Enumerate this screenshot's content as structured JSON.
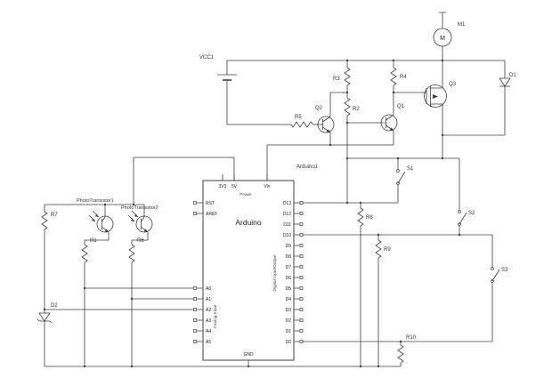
{
  "window": {
    "background": "#ffffff"
  },
  "schematic": {
    "colors": {
      "wire": "#3f3f3f",
      "label": "#333333",
      "board_fill": "#ffffff"
    },
    "arduino": {
      "ref": "Arduino1",
      "title": "Arduino",
      "ground_pin": "GND",
      "sections": {
        "power": "Power",
        "analog": "Analog Input",
        "digital": "Digital Input/Output"
      },
      "power_pins": [
        "3V3",
        "5V",
        "Vin"
      ],
      "top_left_pins": [
        "RST",
        "AREF"
      ],
      "analog_pins": [
        "A0",
        "A1",
        "A2",
        "A3",
        "A4",
        "A5"
      ],
      "digital_pins": [
        "D13",
        "D12",
        "D11",
        "D10",
        "D9",
        "D8",
        "D7",
        "D6",
        "D5",
        "D4",
        "D3",
        "D2",
        "D1",
        "D0"
      ]
    },
    "components": {
      "battery": "VCC1",
      "motor": "M1",
      "motor_symbol": "M",
      "q1": "Q1",
      "q2": "Q2",
      "q3": "Q3",
      "d1": "D1",
      "d2": "D2",
      "r1": "R1",
      "r2": "R2",
      "r3": "R3",
      "r4": "R4",
      "r5": "R5",
      "r6": "R6",
      "r7": "R7",
      "r8": "R8",
      "r9": "R9",
      "r10": "R10",
      "s1": "S1",
      "s2": "S2",
      "s3": "S3",
      "pt1": "PhotoTransistor1",
      "pt2": "PhotoTransistor2"
    }
  }
}
